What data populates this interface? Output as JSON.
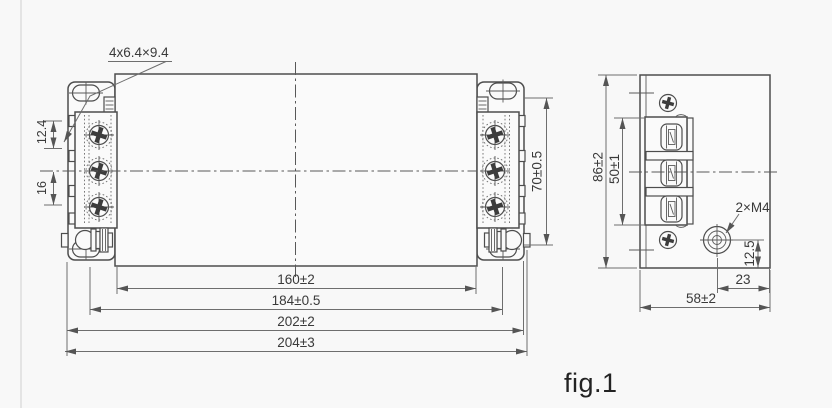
{
  "drawing": {
    "caption": "fig.1",
    "front_view": {
      "slot_callout": "4x6.4×9.4",
      "body_height_dim": "70±0.5",
      "terminal_width_dim": "12.4",
      "terminal_pitch_dim": "16",
      "width_dim_inner": "160±2",
      "width_dim_mounting": "184±0.5",
      "width_dim_body": "202±2",
      "width_dim_overall": "204±3"
    },
    "side_view": {
      "overall_height_dim": "86±2",
      "terminal_block_dim": "50±1",
      "stud_callout": "2×M4",
      "stud_bottom_offset_dim": "12.5",
      "stud_side_offset_dim": "23",
      "depth_dim": "58±2"
    },
    "colors": {
      "background": "#f8f8f8",
      "outline": "#4d4d4d",
      "dimension": "#6e6e6e",
      "text": "#3a3a3a"
    }
  }
}
